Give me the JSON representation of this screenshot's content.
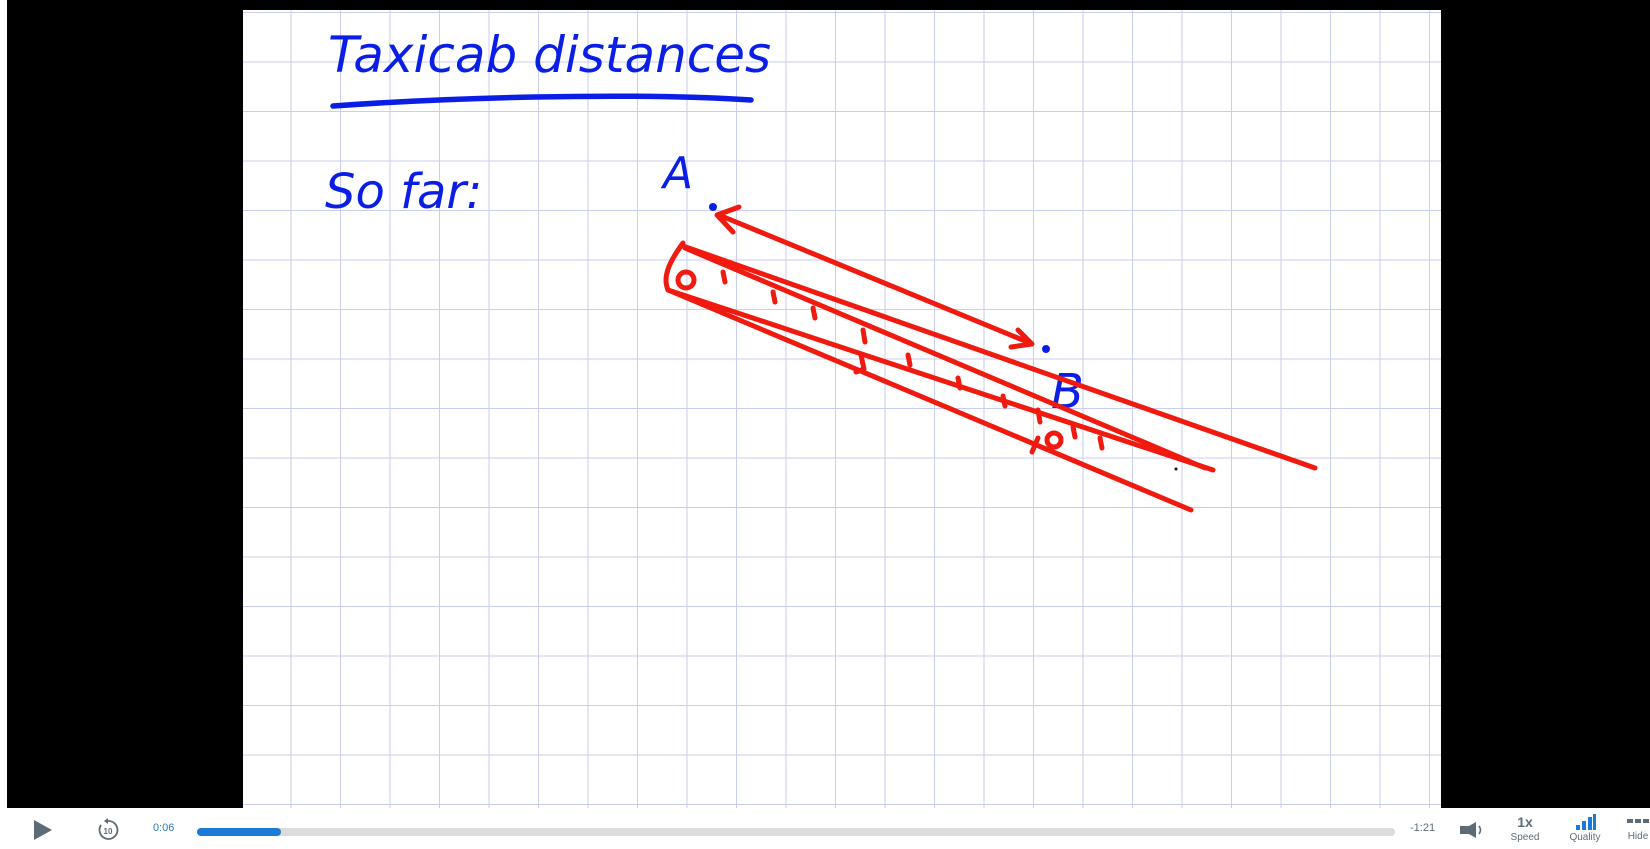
{
  "slide": {
    "title": "Taxicab distances",
    "subtitle": "So far:",
    "point_a": "A",
    "point_b": "B"
  },
  "controls": {
    "play_icon": "play-icon",
    "rewind_icon": "rewind-10-icon",
    "rewind_label": "10",
    "elapsed": "0:06",
    "remaining": "-1:21",
    "progress_fraction": 0.07,
    "volume_icon": "volume-icon",
    "speed_value": "1x",
    "speed_label": "Speed",
    "quality_icon": "signal-bars-icon",
    "quality_label": "Quality",
    "hide_icon": "hide-bars-icon",
    "hide_label": "Hide"
  },
  "colors": {
    "ink_blue": "#0a1ee6",
    "ink_red": "#f01a10",
    "progress_fill": "#1a7ad6",
    "control_gray": "#5d6b77"
  }
}
